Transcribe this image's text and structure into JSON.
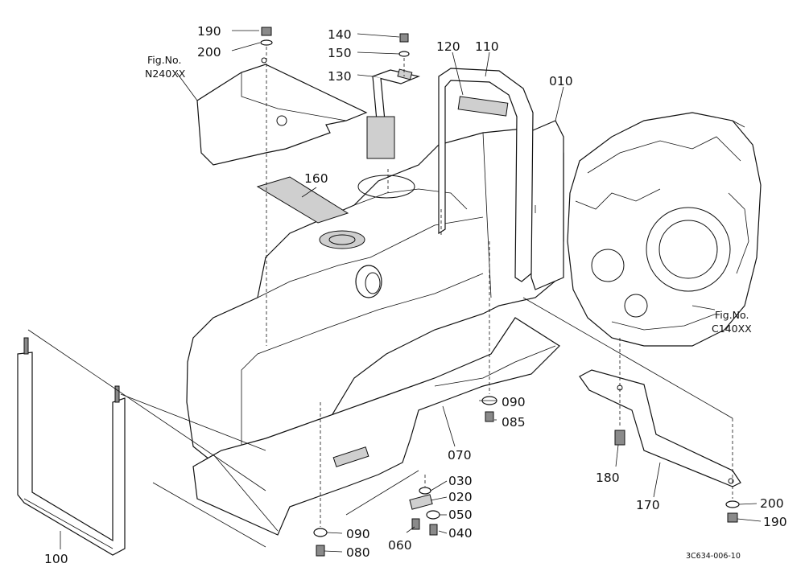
{
  "callouts": {
    "p010": "010",
    "p020": "020",
    "p030": "030",
    "p040": "040",
    "p050": "050",
    "p060": "060",
    "p070": "070",
    "p080": "080",
    "p085": "085",
    "p090a": "090",
    "p090b": "090",
    "p100": "100",
    "p110": "110",
    "p120": "120",
    "p130": "130",
    "p140": "140",
    "p150": "150",
    "p160": "160",
    "p170": "170",
    "p180": "180",
    "p190a": "190",
    "p190b": "190",
    "p200a": "200",
    "p200b": "200"
  },
  "fig_refs": {
    "upper_line1": "Fig.No.",
    "upper_line2": "N240XX",
    "lower_line1": "Fig.No.",
    "lower_line2": "C140XX"
  },
  "drawing_code": "3C634-006-10"
}
